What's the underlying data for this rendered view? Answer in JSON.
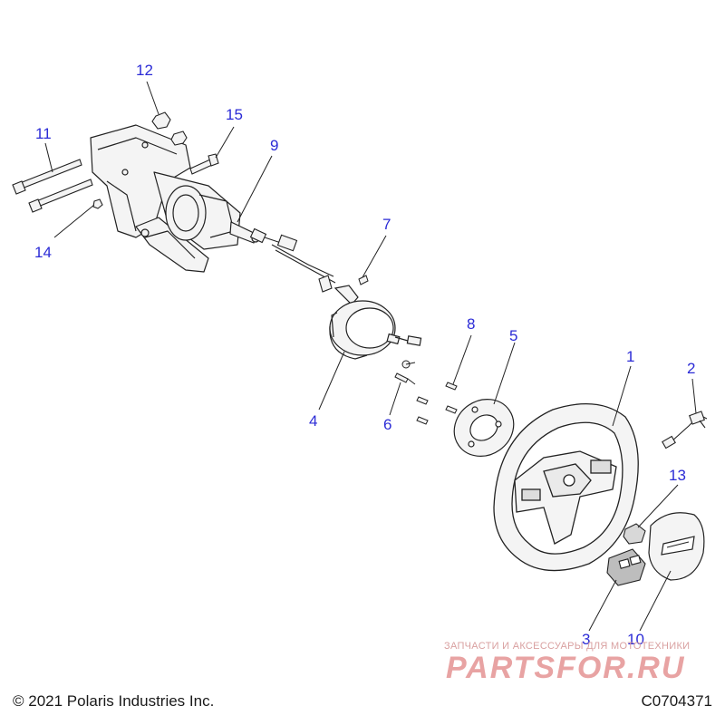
{
  "callouts": {
    "c1": "1",
    "c2": "2",
    "c3": "3",
    "c4": "4",
    "c5": "5",
    "c6": "6",
    "c7": "7",
    "c8": "8",
    "c9": "9",
    "c10": "10",
    "c11": "11",
    "c12": "12",
    "c13": "13",
    "c14": "14",
    "c15": "15"
  },
  "footer": {
    "copyright": "© 2021 Polaris Industries Inc.",
    "drawing_number": "C0704371"
  },
  "watermark": {
    "tagline": "ЗАПЧАСТИ И АКСЕССУАРЫ ДЛЯ МОТОТЕХНИКИ",
    "logo": "PARTSFOR.RU"
  },
  "colors": {
    "callout": "#2b2bd6",
    "line": "#222222",
    "watermark": "#e8a3a3"
  }
}
